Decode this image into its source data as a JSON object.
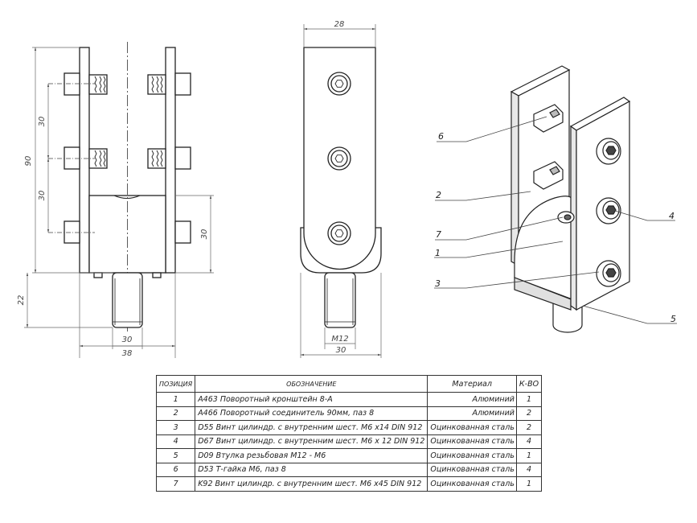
{
  "dimensions": {
    "front_width_top": "28",
    "front_width_bottom": "30",
    "thread": "M12",
    "side_height": "90",
    "side_spacing_upper": "30",
    "side_spacing_lower": "30",
    "side_body_height": "30",
    "side_bushing_height": "22",
    "side_bushing_width": "30",
    "side_total_width": "38"
  },
  "callouts": [
    "6",
    "2",
    "7",
    "1",
    "3",
    "4",
    "5"
  ],
  "bom": {
    "headers": {
      "position": "ПОЗИЦИЯ",
      "designation": "ОБОЗНАЧЕНИЕ",
      "material": "Материал",
      "quantity": "К-ВО"
    },
    "rows": [
      {
        "position": "1",
        "designation": "A463 Поворотный кронштейн 8-А",
        "material": "Алюминий",
        "quantity": "1"
      },
      {
        "position": "2",
        "designation": "A466 Поворотный соединитель 90мм, паз 8",
        "material": "Алюминий",
        "quantity": "2"
      },
      {
        "position": "3",
        "designation": "D55 Винт цилиндр. с внутренним шест. М6 x14 DIN 912",
        "material": "Оцинкованная сталь",
        "quantity": "2"
      },
      {
        "position": "4",
        "designation": "D67 Винт цилиндр. с внутренним шест. М6 x 12 DIN 912",
        "material": "Оцинкованная сталь",
        "quantity": "4"
      },
      {
        "position": "5",
        "designation": "D09 Втулка резьбовая М12 - М6",
        "material": "Оцинкованная сталь",
        "quantity": "1"
      },
      {
        "position": "6",
        "designation": "D53 Т-гайка М6, паз 8",
        "material": "Оцинкованная сталь",
        "quantity": "4"
      },
      {
        "position": "7",
        "designation": "K92 Винт цилиндр. с внутренним шест. М6 x45 DIN 912",
        "material": "Оцинкованная сталь",
        "quantity": "1"
      }
    ]
  }
}
